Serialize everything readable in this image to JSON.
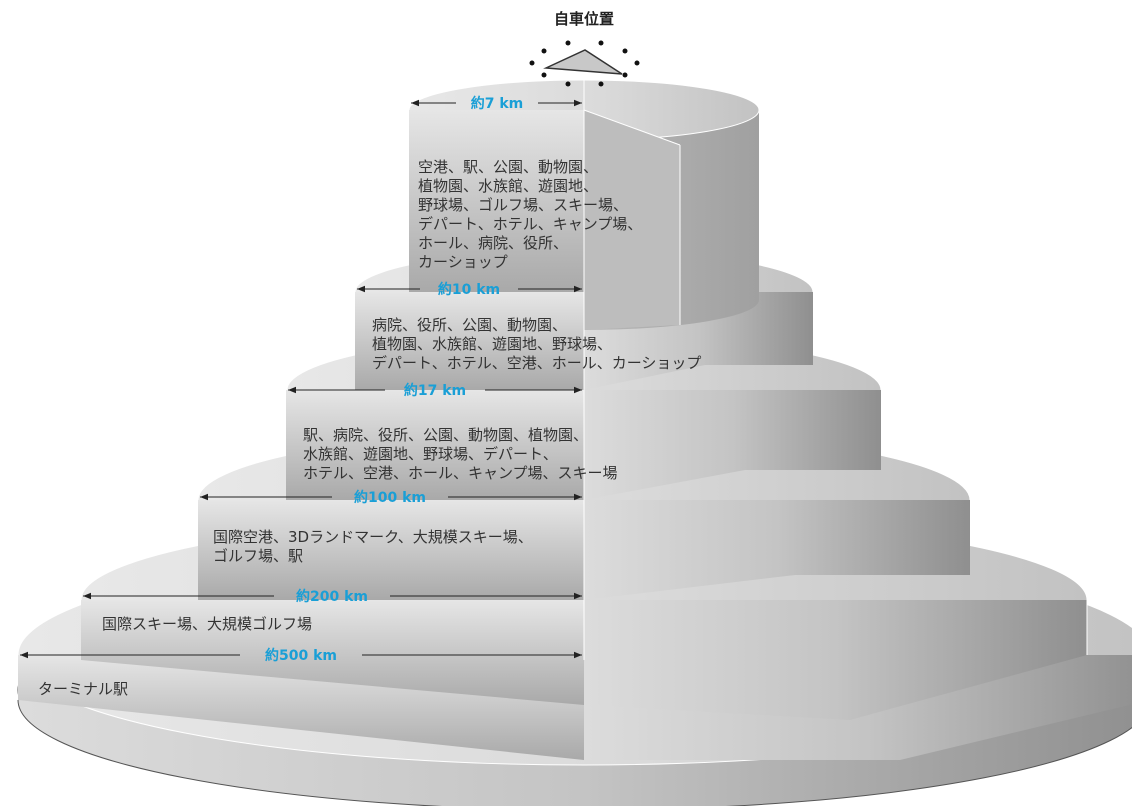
{
  "title": "自車位置",
  "label_color": "#1a9fd6",
  "tiers": [
    {
      "distance": "約7 km",
      "lines": [
        "空港、駅、公園、動物園、",
        "植物園、水族館、遊園地、",
        "野球場、ゴルフ場、スキー場、",
        "デパート、ホテル、キャンプ場、",
        "ホール、病院、役所、",
        "カーショップ"
      ]
    },
    {
      "distance": "約10 km",
      "lines": [
        "病院、役所、公園、動物園、",
        "植物園、水族館、遊園地、野球場、",
        "デパート、ホテル、空港、ホール、カーショップ"
      ]
    },
    {
      "distance": "約17 km",
      "lines": [
        "駅、病院、役所、公園、動物園、植物園、",
        "水族館、遊園地、野球場、デパート、",
        "ホテル、空港、ホール、キャンプ場、スキー場"
      ]
    },
    {
      "distance": "約100 km",
      "lines": [
        "国際空港、3Dランドマーク、大規模スキー場、",
        "ゴルフ場、駅"
      ]
    },
    {
      "distance": "約200 km",
      "lines": [
        "国際スキー場、大規模ゴルフ場"
      ]
    },
    {
      "distance": "約500 km",
      "lines": [
        "ターミナル駅"
      ]
    }
  ]
}
